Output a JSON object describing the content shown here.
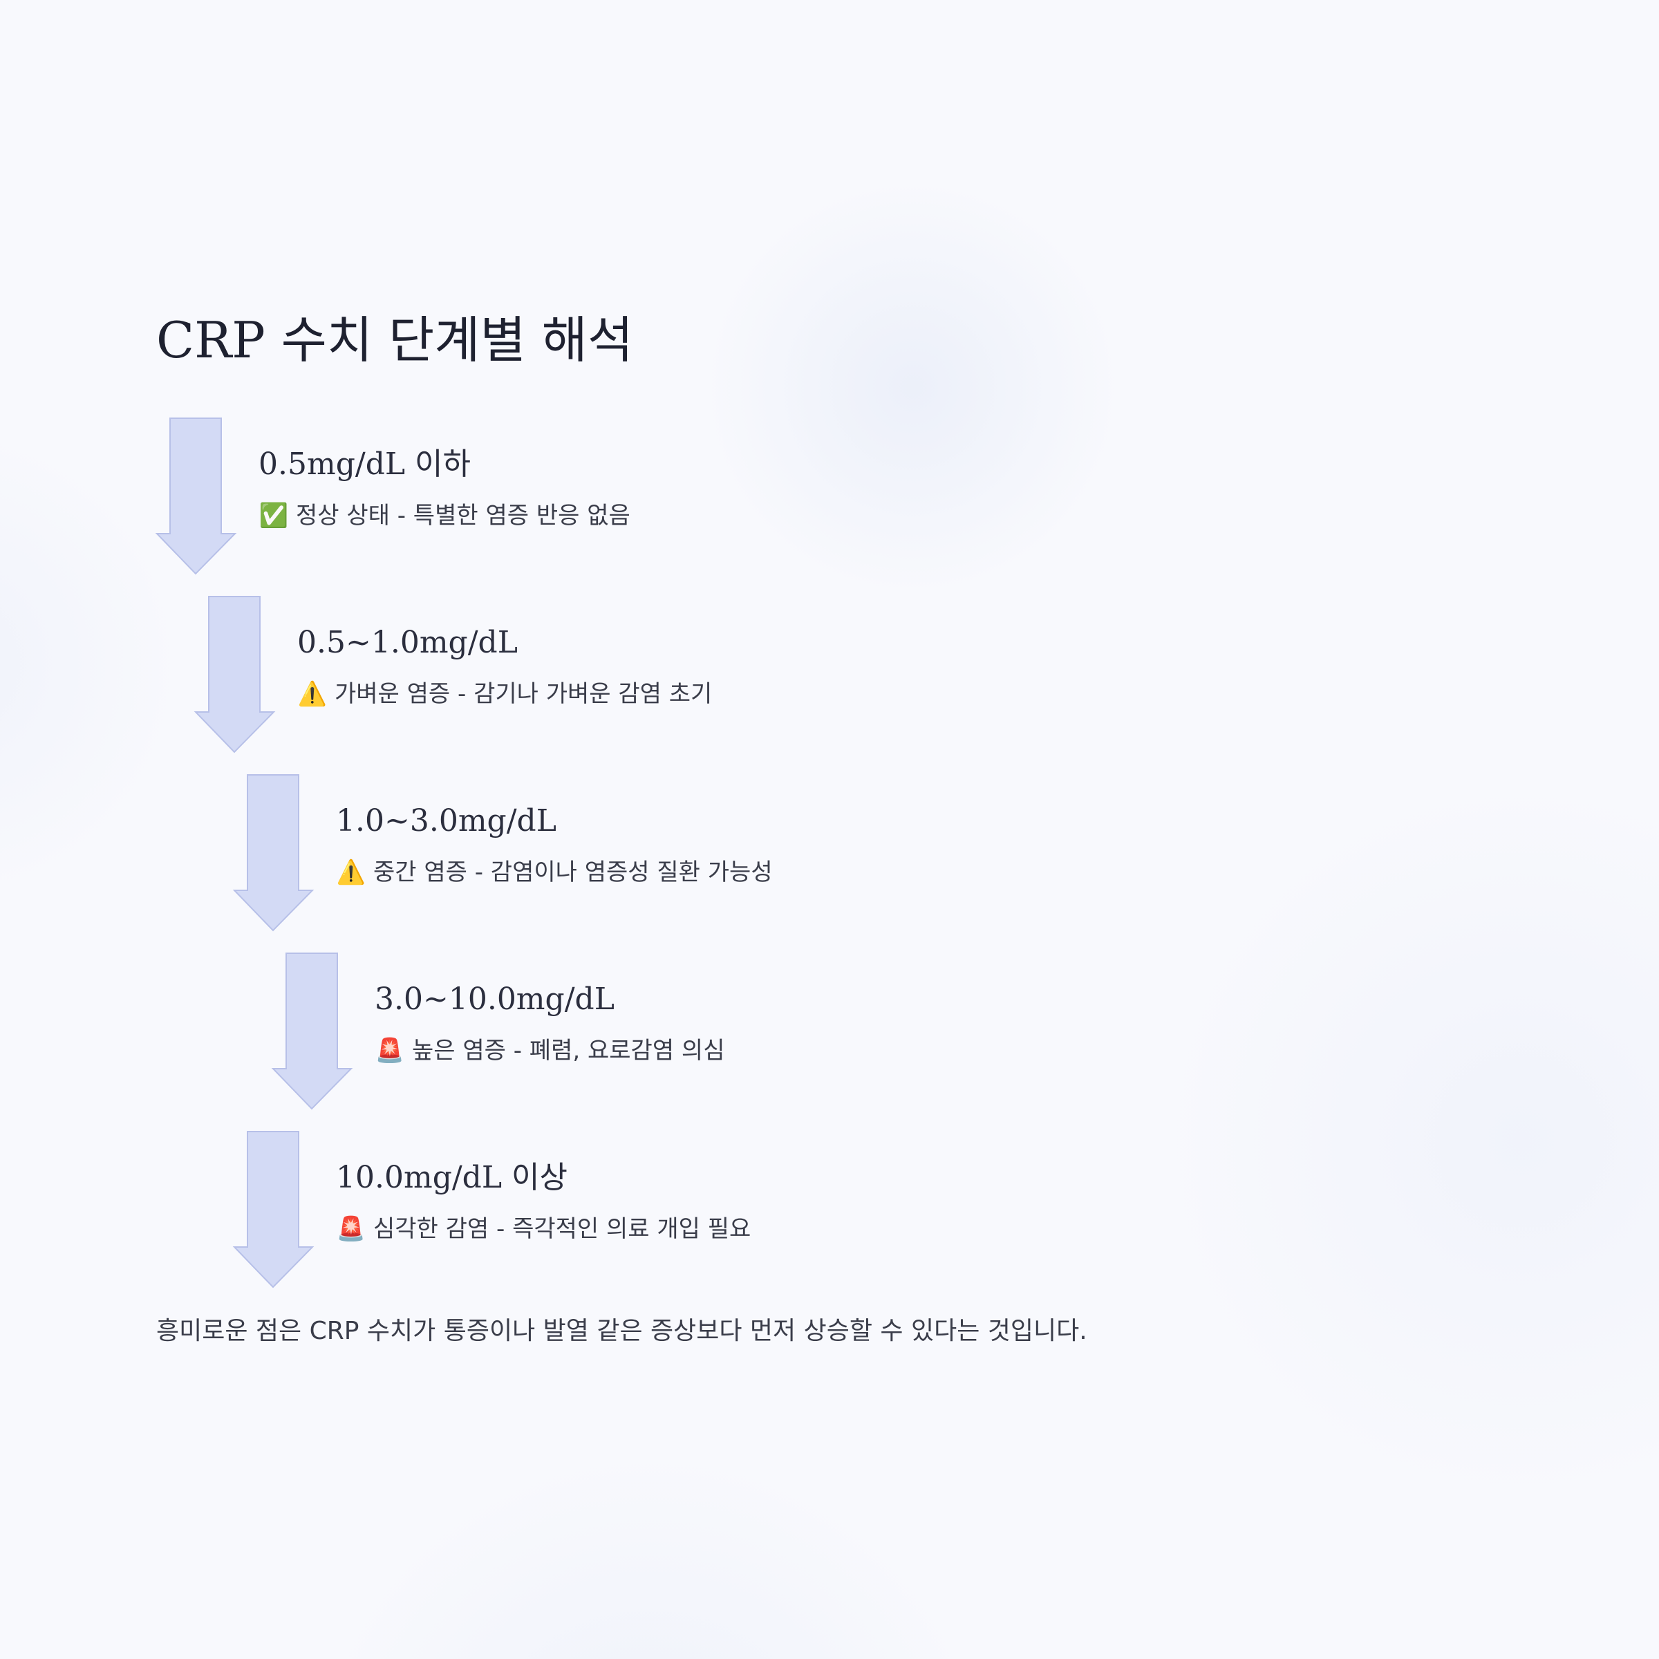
{
  "title": "CRP 수치 단계별 해석",
  "steps": [
    {
      "range": "0.5mg/dL 이하",
      "icon": "check-mark-icon",
      "icon_glyph": "✅",
      "description": "정상 상태 - 특별한 염증 반응 없음"
    },
    {
      "range": "0.5~1.0mg/dL",
      "icon": "warning-icon",
      "icon_glyph": "⚠️",
      "description": "가벼운 염증 - 감기나 가벼운 감염 초기"
    },
    {
      "range": "1.0~3.0mg/dL",
      "icon": "warning-icon",
      "icon_glyph": "⚠️",
      "description": "중간 염증 - 감염이나 염증성 질환 가능성"
    },
    {
      "range": "3.0~10.0mg/dL",
      "icon": "siren-icon",
      "icon_glyph": "🚨",
      "description": "높은 염증 - 폐렴, 요로감염 의심"
    },
    {
      "range": "10.0mg/dL 이상",
      "icon": "siren-icon",
      "icon_glyph": "🚨",
      "description": "심각한 감염 - 즉각적인 의료 개입 필요"
    }
  ],
  "footnote": "흥미로운 점은 CRP 수치가 통증이나 발열 같은 증상보다 먼저 상승할 수 있다는 것입니다.",
  "colors": {
    "arrow_fill": "#d3daf5",
    "arrow_stroke": "#b7c0e8",
    "title": "#1e2130",
    "text": "#3a3d4a",
    "background": "#f8f9fd"
  }
}
